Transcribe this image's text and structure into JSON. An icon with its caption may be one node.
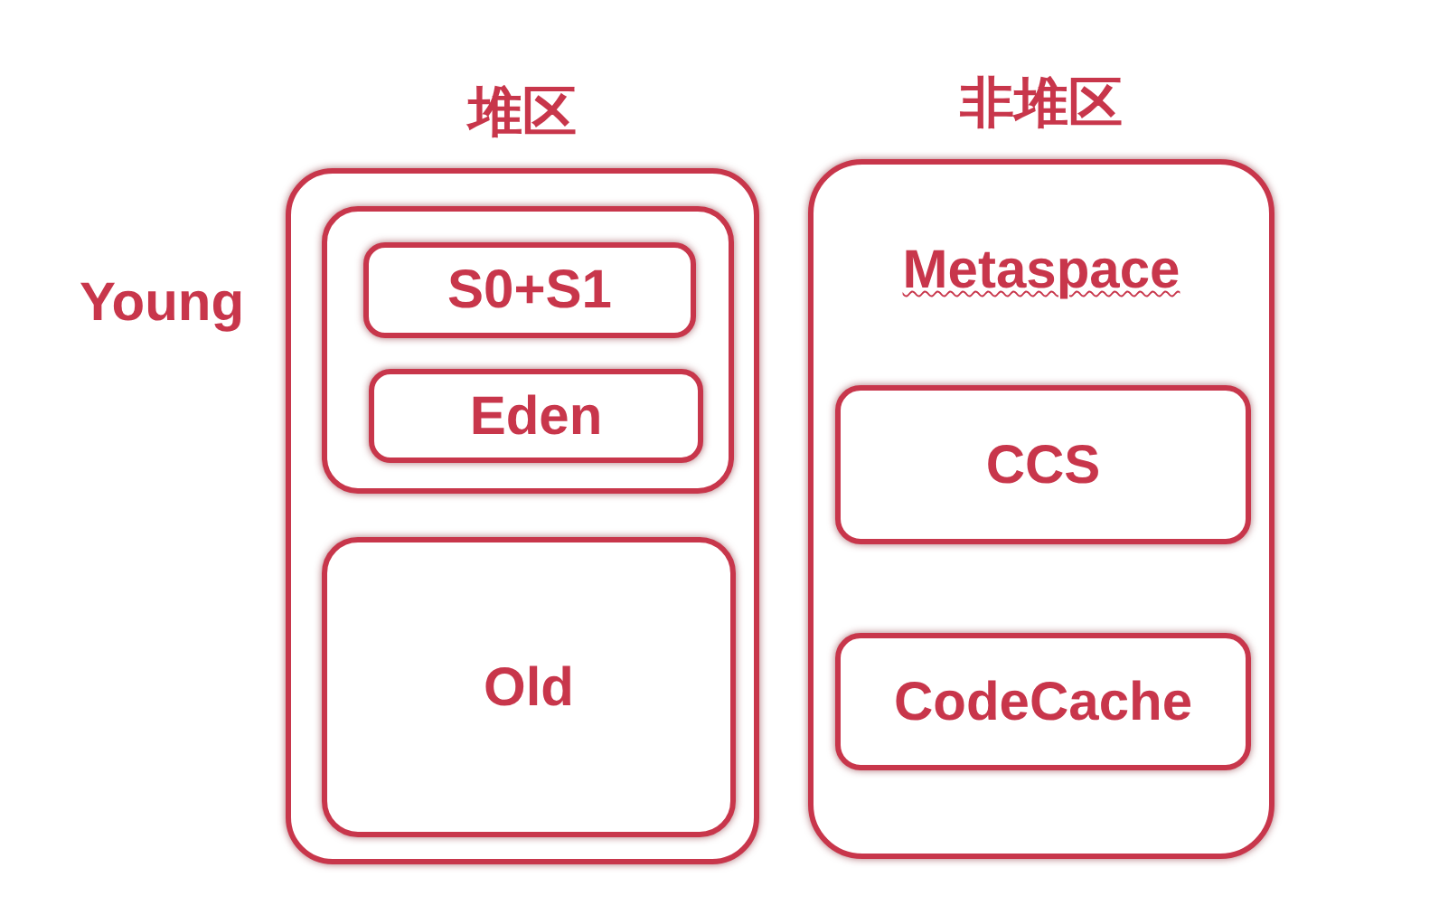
{
  "diagram": {
    "nodes": [
      {
        "text": [
          "堆区"
        ]
      },
      {
        "text": [
          "Young"
        ],
        "in": 0
      },
      {
        "text": [
          "S0+S1"
        ],
        "in": 1
      },
      {
        "text": [
          "Eden"
        ],
        "in": 1
      },
      {
        "text": [
          "Old"
        ],
        "in": 0
      },
      {
        "text": [
          "非堆区",
          "Metaspace"
        ]
      },
      {
        "text": [
          "CCS"
        ],
        "in": 5
      },
      {
        "text": [
          "CodeCache"
        ],
        "in": 5
      }
    ]
  }
}
